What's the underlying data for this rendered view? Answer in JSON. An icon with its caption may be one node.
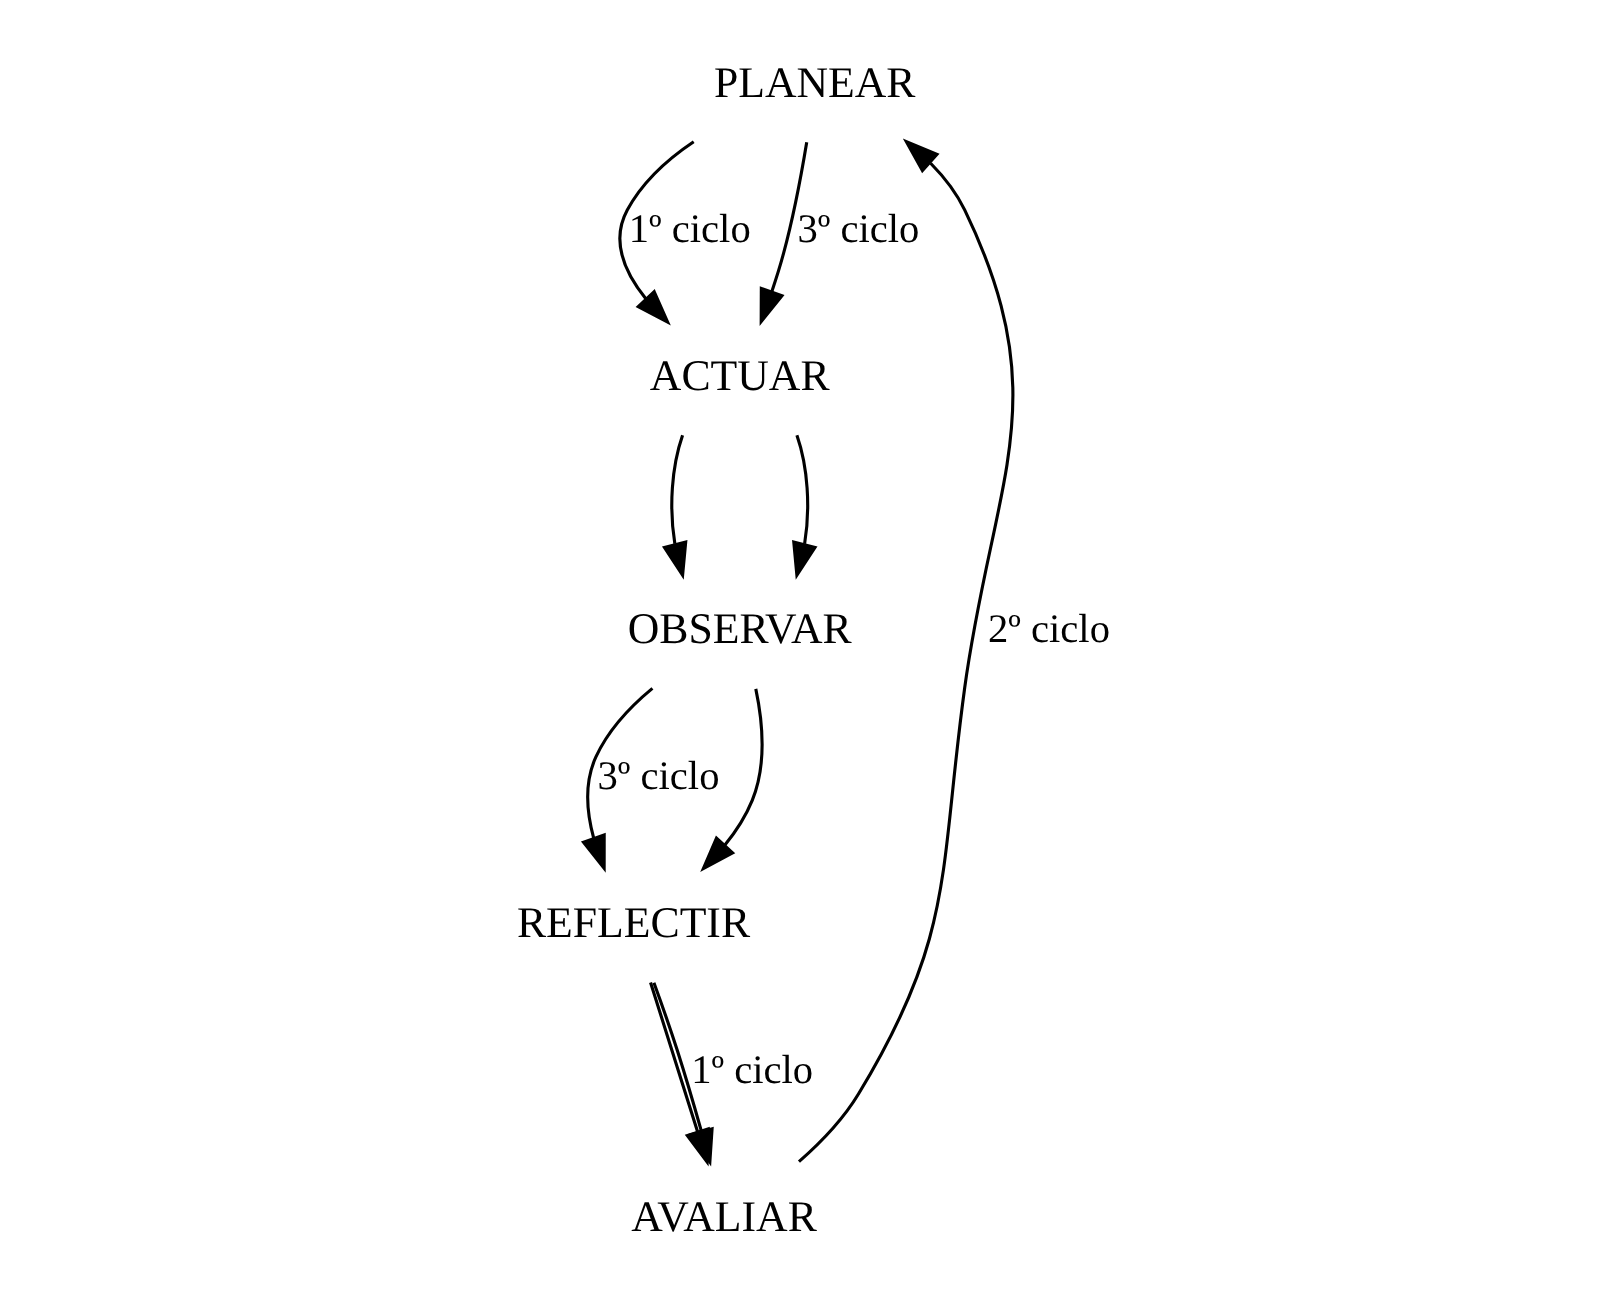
{
  "diagram": {
    "nodes": [
      {
        "text": [
          "PLANEAR"
        ]
      },
      {
        "text": [
          "ACTUAR"
        ]
      },
      {
        "text": [
          "OBSERVAR"
        ]
      },
      {
        "text": [
          "REFLECTIR"
        ]
      },
      {
        "text": [
          "AVALIAR"
        ]
      }
    ],
    "edges": [
      {
        "from": 0,
        "to": 1,
        "arrow": "to",
        "label": "1º ciclo"
      },
      {
        "from": 0,
        "to": 1,
        "arrow": "to",
        "label": "3º ciclo"
      },
      {
        "from": 1,
        "to": 2,
        "arrow": "to"
      },
      {
        "from": 1,
        "to": 2,
        "arrow": "to"
      },
      {
        "from": 2,
        "to": 3,
        "arrow": "to",
        "label": "3º ciclo"
      },
      {
        "from": 2,
        "to": 3,
        "arrow": "to"
      },
      {
        "from": 3,
        "to": 4,
        "arrow": "to"
      },
      {
        "from": 3,
        "to": 4,
        "arrow": "to",
        "label": "1º ciclo"
      },
      {
        "from": 4,
        "to": 0,
        "arrow": "to",
        "label": "2º ciclo"
      }
    ]
  }
}
